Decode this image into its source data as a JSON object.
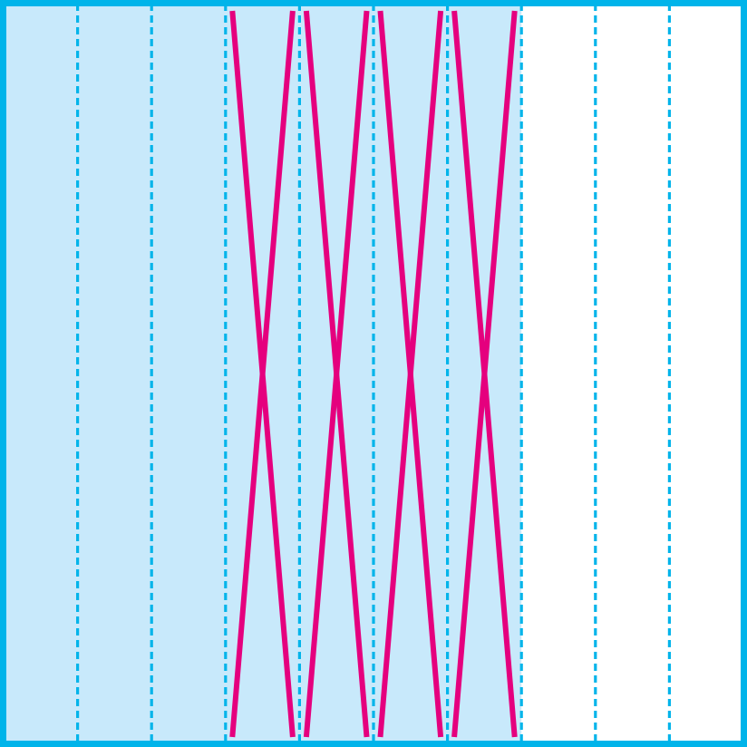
{
  "diagram": {
    "columns": 10,
    "shaded_columns": 7,
    "crossed_columns": [
      4,
      5,
      6,
      7
    ]
  },
  "colors": {
    "frame": "#00b4ea",
    "shade": "#c8e9fb",
    "divider": "#00b4ea",
    "cross": "#e5007e",
    "background": "#ffffff"
  }
}
